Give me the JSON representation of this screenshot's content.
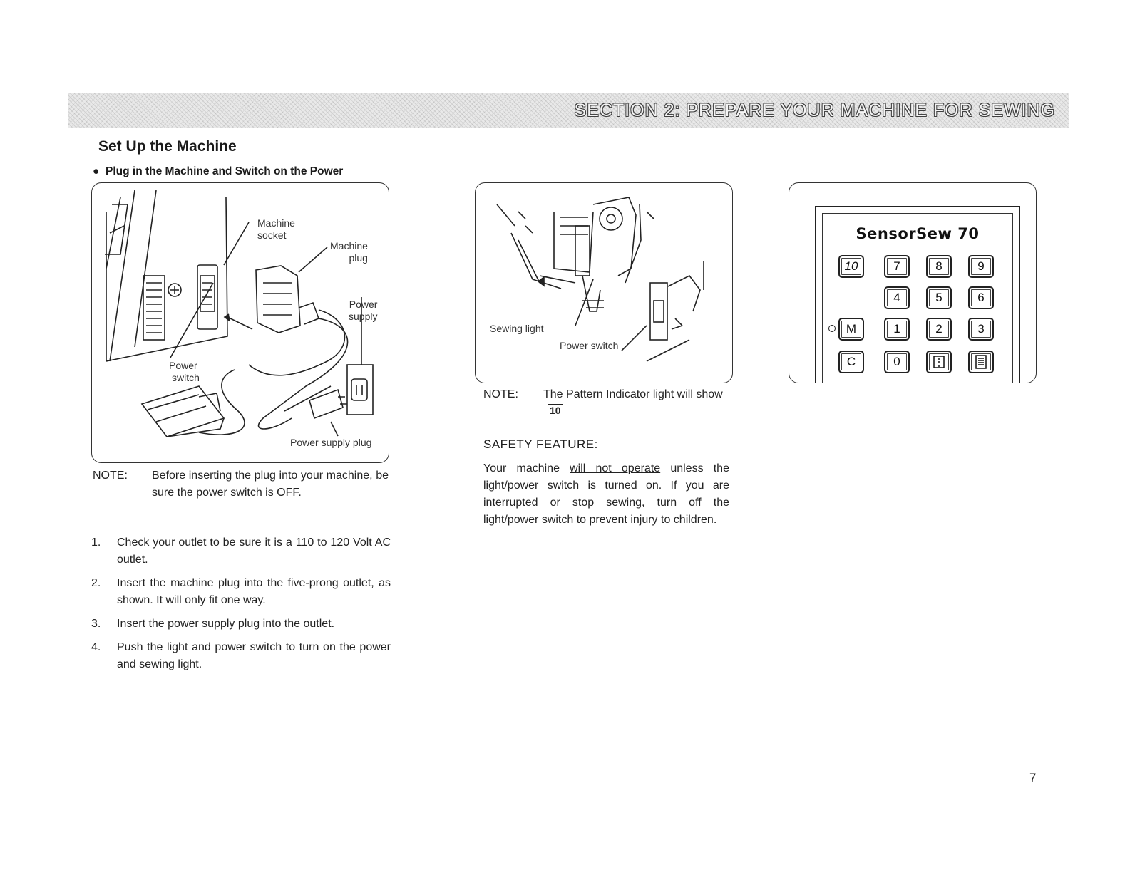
{
  "header": {
    "section_title": "SECTION 2: PREPARE YOUR MACHINE FOR SEWING"
  },
  "heading": "Set Up the Machine",
  "subheading": "Plug in the Machine and Switch on the Power",
  "figure1": {
    "labels": {
      "machine_socket": "Machine socket",
      "machine_socket_l1": "Machine",
      "machine_socket_l2": "socket",
      "machine_plug_l1": "Machine",
      "machine_plug_l2": "plug",
      "power_supply_l1": "Power",
      "power_supply_l2": "supply",
      "power_switch_l1": "Power",
      "power_switch_l2": "switch",
      "power_supply_plug": "Power supply plug"
    }
  },
  "note1": {
    "label": "NOTE:",
    "text": "Before inserting the plug into your machine, be sure the power switch is OFF."
  },
  "steps": [
    {
      "num": "1.",
      "text": "Check your outlet to be sure it is a 110 to 120 Volt AC outlet."
    },
    {
      "num": "2.",
      "text": "Insert the machine plug into the five-prong outlet, as shown. It will only fit one way."
    },
    {
      "num": "3.",
      "text": "Insert the power supply plug into the outlet."
    },
    {
      "num": "4.",
      "text": "Push the light and power switch to turn on the power and sewing light."
    }
  ],
  "figure2": {
    "labels": {
      "sewing_light": "Sewing light",
      "power_switch": "Power switch"
    }
  },
  "note2": {
    "label": "NOTE:",
    "text_before": "The Pattern Indicator light will show",
    "indicator": "10"
  },
  "safety": {
    "heading": "SAFETY FEATURE:",
    "text_before": "Your machine ",
    "emphasis": "will not operate",
    "text_after": " unless the light/power switch is turned on. If you are interrupted or stop sewing, turn off the light/power switch to prevent injury to children."
  },
  "panel": {
    "brand": "SensorSew 70",
    "keys": [
      "10",
      "7",
      "8",
      "9",
      "4",
      "5",
      "6",
      "M",
      "1",
      "2",
      "3",
      "C",
      "0"
    ]
  },
  "page_number": "7",
  "colors": {
    "ink": "#1e1e1e",
    "band": "#e9e9e9"
  }
}
